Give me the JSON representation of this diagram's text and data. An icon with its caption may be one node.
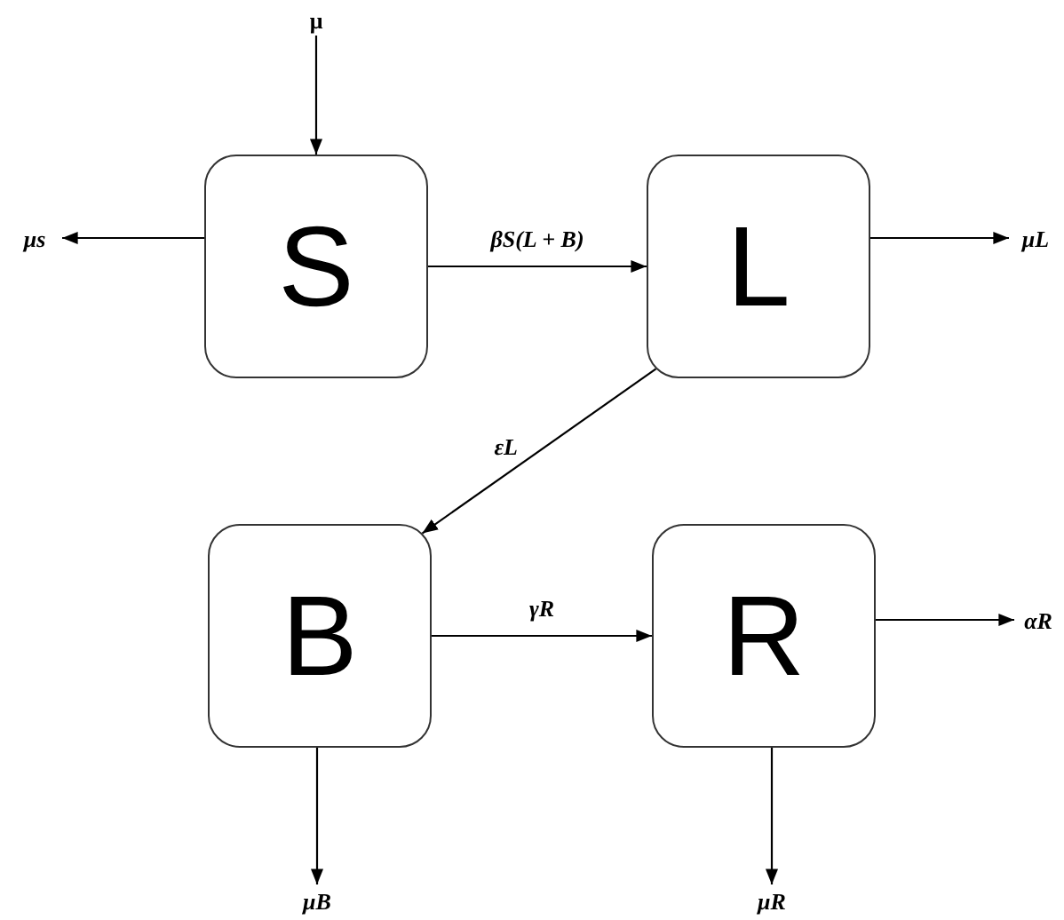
{
  "diagram": {
    "nodes": [
      {
        "text": [
          "μ"
        ]
      },
      {
        "text": [
          "S"
        ]
      },
      {
        "text": [
          "L"
        ]
      },
      {
        "text": [
          "μs"
        ]
      },
      {
        "text": [
          "μL"
        ]
      },
      {
        "text": [
          "B"
        ]
      },
      {
        "text": [
          "R"
        ]
      },
      {
        "text": [
          "αR"
        ]
      },
      {
        "text": [
          "μB"
        ]
      },
      {
        "text": [
          "μR"
        ]
      }
    ],
    "edges": [
      {
        "from": 0,
        "to": 1,
        "arrow": "to"
      },
      {
        "from": 1,
        "to": 3,
        "arrow": "to"
      },
      {
        "from": 1,
        "to": 2,
        "arrow": "to",
        "label": "βS(L + B)"
      },
      {
        "from": 2,
        "to": 4,
        "arrow": "to"
      },
      {
        "from": 2,
        "to": 5,
        "arrow": "to",
        "label": "εL"
      },
      {
        "from": 5,
        "to": 6,
        "arrow": "to",
        "label": "γR"
      },
      {
        "from": 6,
        "to": 7,
        "arrow": "to"
      },
      {
        "from": 5,
        "to": 8,
        "arrow": "to"
      },
      {
        "from": 6,
        "to": 9,
        "arrow": "to"
      }
    ]
  }
}
